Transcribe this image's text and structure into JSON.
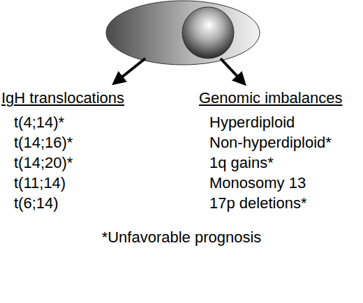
{
  "diagram": {
    "labels": [
      "IgH translocations",
      "t(4;14)*",
      "t(14;16)*",
      "t(14;20)*",
      "t(11;14)",
      "t(6;14)",
      "Genomic imbalances",
      "Hyperdiploid",
      "Non-hyperdiploid*",
      "1q gains*",
      "Monosomy 13",
      "17p deletions*",
      "*Unfavorable prognosis"
    ]
  }
}
